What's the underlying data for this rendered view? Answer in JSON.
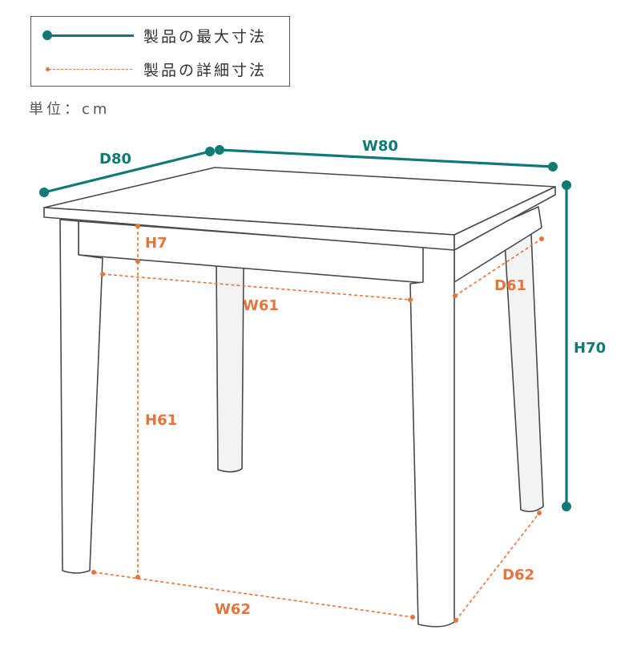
{
  "legend": {
    "max_label": "製品の最大寸法",
    "detail_label": "製品の詳細寸法"
  },
  "unit_label": "単位：cm",
  "dimensions": {
    "width_max": "W80",
    "depth_max": "D80",
    "height_max": "H70",
    "apron_height": "H7",
    "leg_height": "H61",
    "apron_width": "W61",
    "apron_depth": "D61",
    "floor_width": "W62",
    "floor_depth": "D62"
  },
  "colors": {
    "max_dimension": "#0f7a75",
    "detail_dimension": "#e8743b",
    "outline": "#4a4a4a"
  }
}
